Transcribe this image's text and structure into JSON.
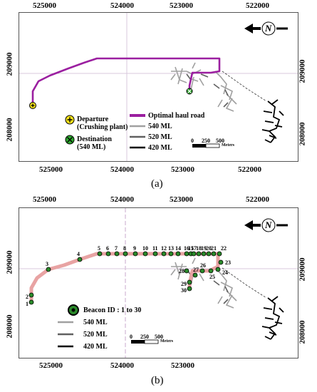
{
  "panel_a": {
    "top_ticks": [
      "525000",
      "524000",
      "523000",
      "522000"
    ],
    "bottom_ticks": [
      "525000",
      "524000",
      "523000",
      "522000"
    ],
    "left_ticks": [
      "209000",
      "208000"
    ],
    "right_ticks": [
      "209000",
      "208000"
    ],
    "legend": {
      "departure": "Departure",
      "departure_sub": "(Crushing plant)",
      "destination": "Destination",
      "destination_sub": "(540 ML)",
      "optimal_road": "Optimal haul road",
      "level_540": "540 ML",
      "level_520": "520 ML",
      "level_420": "420 ML"
    },
    "scale": {
      "zero": "0",
      "mid": "250",
      "end": "500",
      "unit": "Meters"
    },
    "north": "N",
    "caption": "(a)"
  },
  "panel_b": {
    "top_ticks": [
      "525000",
      "524000",
      "523000",
      "522000"
    ],
    "bottom_ticks": [
      "525000",
      "524000",
      "523000"
    ],
    "left_ticks": [
      "209000",
      "208000"
    ],
    "right_ticks": [
      "209000",
      "208000"
    ],
    "legend": {
      "beacon": "Beacon ID : 1 to 30",
      "level_540": "540 ML",
      "level_520": "520 ML",
      "level_420": "420 ML"
    },
    "scale": {
      "zero": "0",
      "mid": "250",
      "end": "500",
      "unit": "Meters"
    },
    "north": "N",
    "beacons": [
      "1",
      "2",
      "3",
      "4",
      "5",
      "6",
      "7",
      "8",
      "9",
      "10",
      "11",
      "12",
      "13",
      "14",
      "15",
      "16",
      "17",
      "18",
      "19",
      "20",
      "21",
      "22",
      "23",
      "24",
      "25",
      "26",
      "27",
      "28",
      "29",
      "30"
    ],
    "caption": "(b)"
  },
  "colors": {
    "haul_road": "#9b1fa0",
    "beacon_route": "#e8a3a3",
    "beacon_fill": "#2a8a2a",
    "level_540": "#a0a0a0",
    "level_520": "#606060",
    "level_420": "#000000",
    "departure": "#f2e01a",
    "destination": "#2ea82e"
  }
}
